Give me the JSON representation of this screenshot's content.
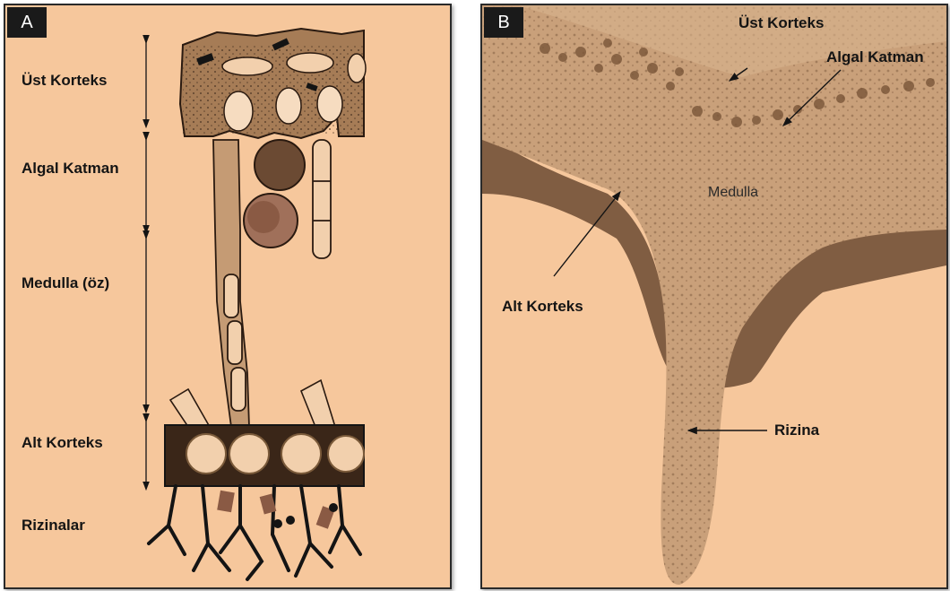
{
  "panel_a": {
    "tag": "A",
    "labels": {
      "ust_korteks": "Üst Korteks",
      "algal_katman": "Algal Katman",
      "medulla": "Medulla (öz)",
      "alt_korteks": "Alt Korteks",
      "rizinalar": "Rizinalar"
    }
  },
  "panel_b": {
    "tag": "B",
    "labels": {
      "ust_korteks": "Üst Korteks",
      "algal_katman": "Algal Katman",
      "medulla": "Medulla",
      "alt_korteks": "Alt Korteks",
      "rizina": "Rizina"
    }
  },
  "colors": {
    "background": "#f6c79c",
    "tissue": "#b58a63",
    "dark_tissue": "#6b4a33",
    "ink": "#141414"
  }
}
